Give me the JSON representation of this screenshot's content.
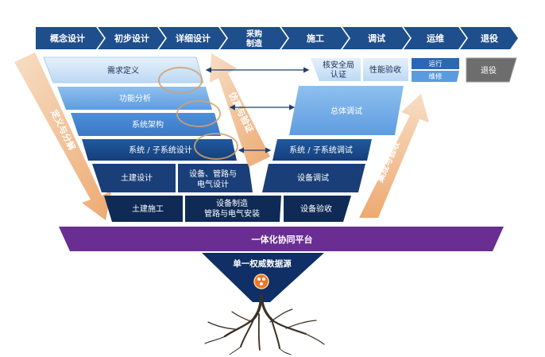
{
  "phases": [
    "概念设计",
    "初步设计",
    "详细设计",
    "采购\n制造",
    "施工",
    "调试",
    "运维",
    "退役"
  ],
  "left": {
    "requirements": "需求定义",
    "functional": "功能分析",
    "architecture": "系统架构",
    "subsystem_design": "系统 / 子系统设计",
    "civil_design": "土建设计",
    "equipment_design": "设备、管路与\n电气设计",
    "civil_construction": "土建施工",
    "manufacturing": "设备制造\n管路与电气安装"
  },
  "right": {
    "nuclear_safety": "核安全局\n认证",
    "performance": "性能验收",
    "operation": "运行",
    "maintenance": "维修",
    "decommission": "退役",
    "overall_test": "总体调试",
    "subsystem_test": "系统 / 子系统调试",
    "equipment_test": "设备调试",
    "equipment_acceptance": "设备验收"
  },
  "arrows": {
    "left_label": "定义与分解",
    "center_label": "仿真与验证",
    "right_label": "集成与验收"
  },
  "platform": "一体化协同平台",
  "data_source": "单一权威数据源",
  "colors": {
    "phase_bar": "#1f4e8c",
    "light_box": "#cfe3f7",
    "mid_box": "#7fb3ea",
    "dark_box": "#1f4e8c",
    "navy_box": "#0e2a55",
    "platform": "#6a2e93",
    "funnel": "#0f2f66",
    "arrow": "#f2c49b",
    "grey": "#6d6d6d"
  }
}
